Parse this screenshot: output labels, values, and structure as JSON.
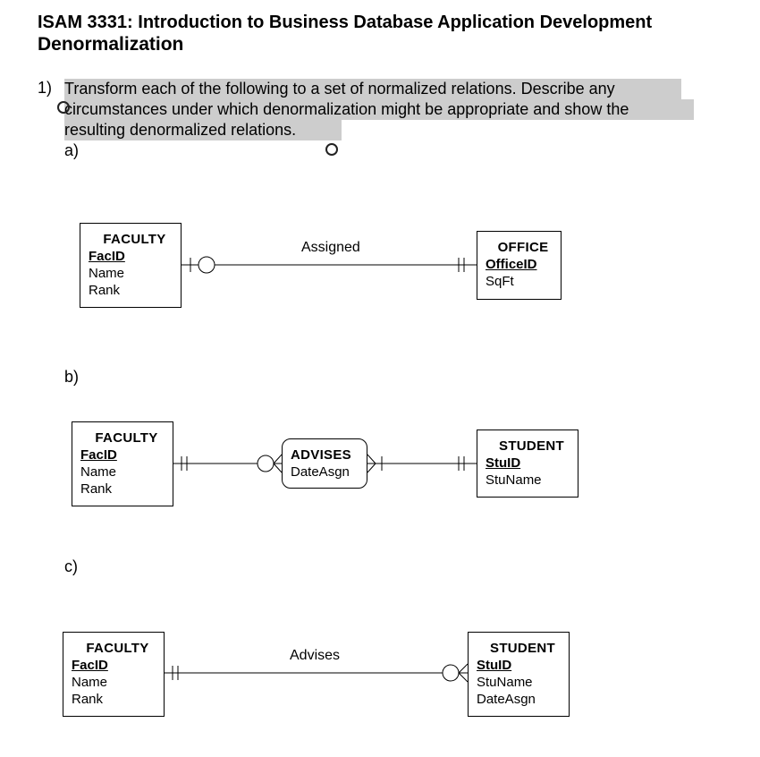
{
  "header": {
    "course_title": "ISAM 3331: Introduction to Business Database Application Development",
    "page_title": "Denormalization"
  },
  "question": {
    "number": "1)",
    "lines": [
      "Transform each of the following to a set of normalized relations. Describe any",
      "circumstances under which denormalization might be appropriate and show the",
      "resulting denormalized relations."
    ],
    "highlight_color": "#cdcdcd"
  },
  "parts": {
    "a": {
      "label": "a)",
      "relationship": "Assigned",
      "left_entity": {
        "name": "FACULTY",
        "pk": "FacID",
        "attributes": [
          "Name",
          "Rank"
        ]
      },
      "right_entity": {
        "name": "OFFICE",
        "pk": "OfficeID",
        "attributes": [
          "SqFt"
        ]
      }
    },
    "b": {
      "label": "b)",
      "left_entity": {
        "name": "FACULTY",
        "pk": "FacID",
        "attributes": [
          "Name",
          "Rank"
        ]
      },
      "associative_entity": {
        "name": "ADVISES",
        "attributes": [
          "DateAsgn"
        ]
      },
      "right_entity": {
        "name": "STUDENT",
        "pk": "StuID",
        "attributes": [
          "StuName"
        ]
      }
    },
    "c": {
      "label": "c)",
      "relationship": "Advises",
      "left_entity": {
        "name": "FACULTY",
        "pk": "FacID",
        "attributes": [
          "Name",
          "Rank"
        ]
      },
      "right_entity": {
        "name": "STUDENT",
        "pk": "StuID",
        "attributes": [
          "StuName",
          "DateAsgn"
        ]
      }
    }
  }
}
